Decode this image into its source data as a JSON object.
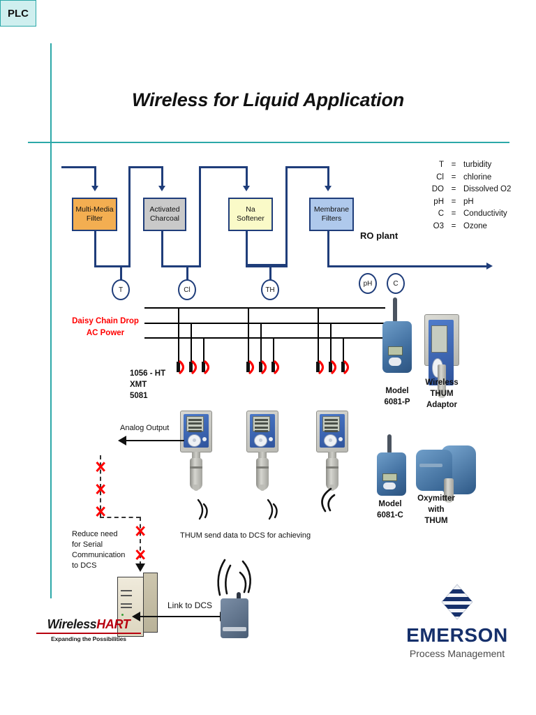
{
  "slide": {
    "title": "Wireless for Liquid Application"
  },
  "legend": {
    "rows": [
      {
        "symbol": "T",
        "eq": "=",
        "definition": "turbidity"
      },
      {
        "symbol": "Cl",
        "eq": "=",
        "definition": "chlorine"
      },
      {
        "symbol": "DO",
        "eq": "=",
        "definition": "Dissolved O2"
      },
      {
        "symbol": "pH",
        "eq": "=",
        "definition": "pH"
      },
      {
        "symbol": "C",
        "eq": "=",
        "definition": "Conductivity"
      },
      {
        "symbol": "O3",
        "eq": "=",
        "definition": "Ozone"
      }
    ]
  },
  "process": {
    "boxes": [
      {
        "line1": "Multi-Media",
        "line2": "Filter",
        "fill": "#F3AE51"
      },
      {
        "line1": "Activated",
        "line2": "Charcoal",
        "fill": "#C9C9C9"
      },
      {
        "line1": "Na",
        "line2": "Softener",
        "fill": "#FAFAC8"
      },
      {
        "line1": "Membrane",
        "line2": "Filters",
        "fill": "#AFC9EC"
      }
    ],
    "ro_plant_label": "RO plant",
    "sensors": [
      {
        "tag": "T"
      },
      {
        "tag": "Cl"
      },
      {
        "tag": "TH"
      },
      {
        "tag": "pH"
      },
      {
        "tag": "C"
      }
    ]
  },
  "wiring": {
    "daisy_chain_line1": "Daisy Chain Drop",
    "daisy_chain_line2": "AC Power",
    "models_line1": "1056 - HT",
    "models_line2": "XMT",
    "models_line3": "5081",
    "plc_label": "PLC",
    "analog_output_label": "Analog Output",
    "reduce_line1": "Reduce need",
    "reduce_line2": "for Serial",
    "reduce_line3": "Communication",
    "reduce_line4": "to DCS",
    "thum_caption": "THUM send data to DCS for achieving",
    "link_to_dcs_label": "Link to DCS"
  },
  "products": [
    {
      "line1": "Model",
      "line2": "6081-P",
      "line3": ""
    },
    {
      "line1": "Wireless",
      "line2": "THUM",
      "line3": "Adaptor"
    },
    {
      "line1": "Model",
      "line2": "6081-C",
      "line3": ""
    },
    {
      "line1": "Oxymitter",
      "line2": "with",
      "line3": "THUM"
    }
  ],
  "logos": {
    "wirelesshart_part1": "Wireless",
    "wirelesshart_part2": "HART",
    "wirelesshart_tagline": "Expanding the Possibilities",
    "emerson_name": "EMERSON",
    "emerson_tagline": "Process Management"
  },
  "colors": {
    "accent_teal": "#2CA8A8",
    "pipe_blue": "#1F3D7A",
    "alert_red": "#FF0000",
    "emerson_blue": "#16306B",
    "hart_red": "#B8000E"
  }
}
